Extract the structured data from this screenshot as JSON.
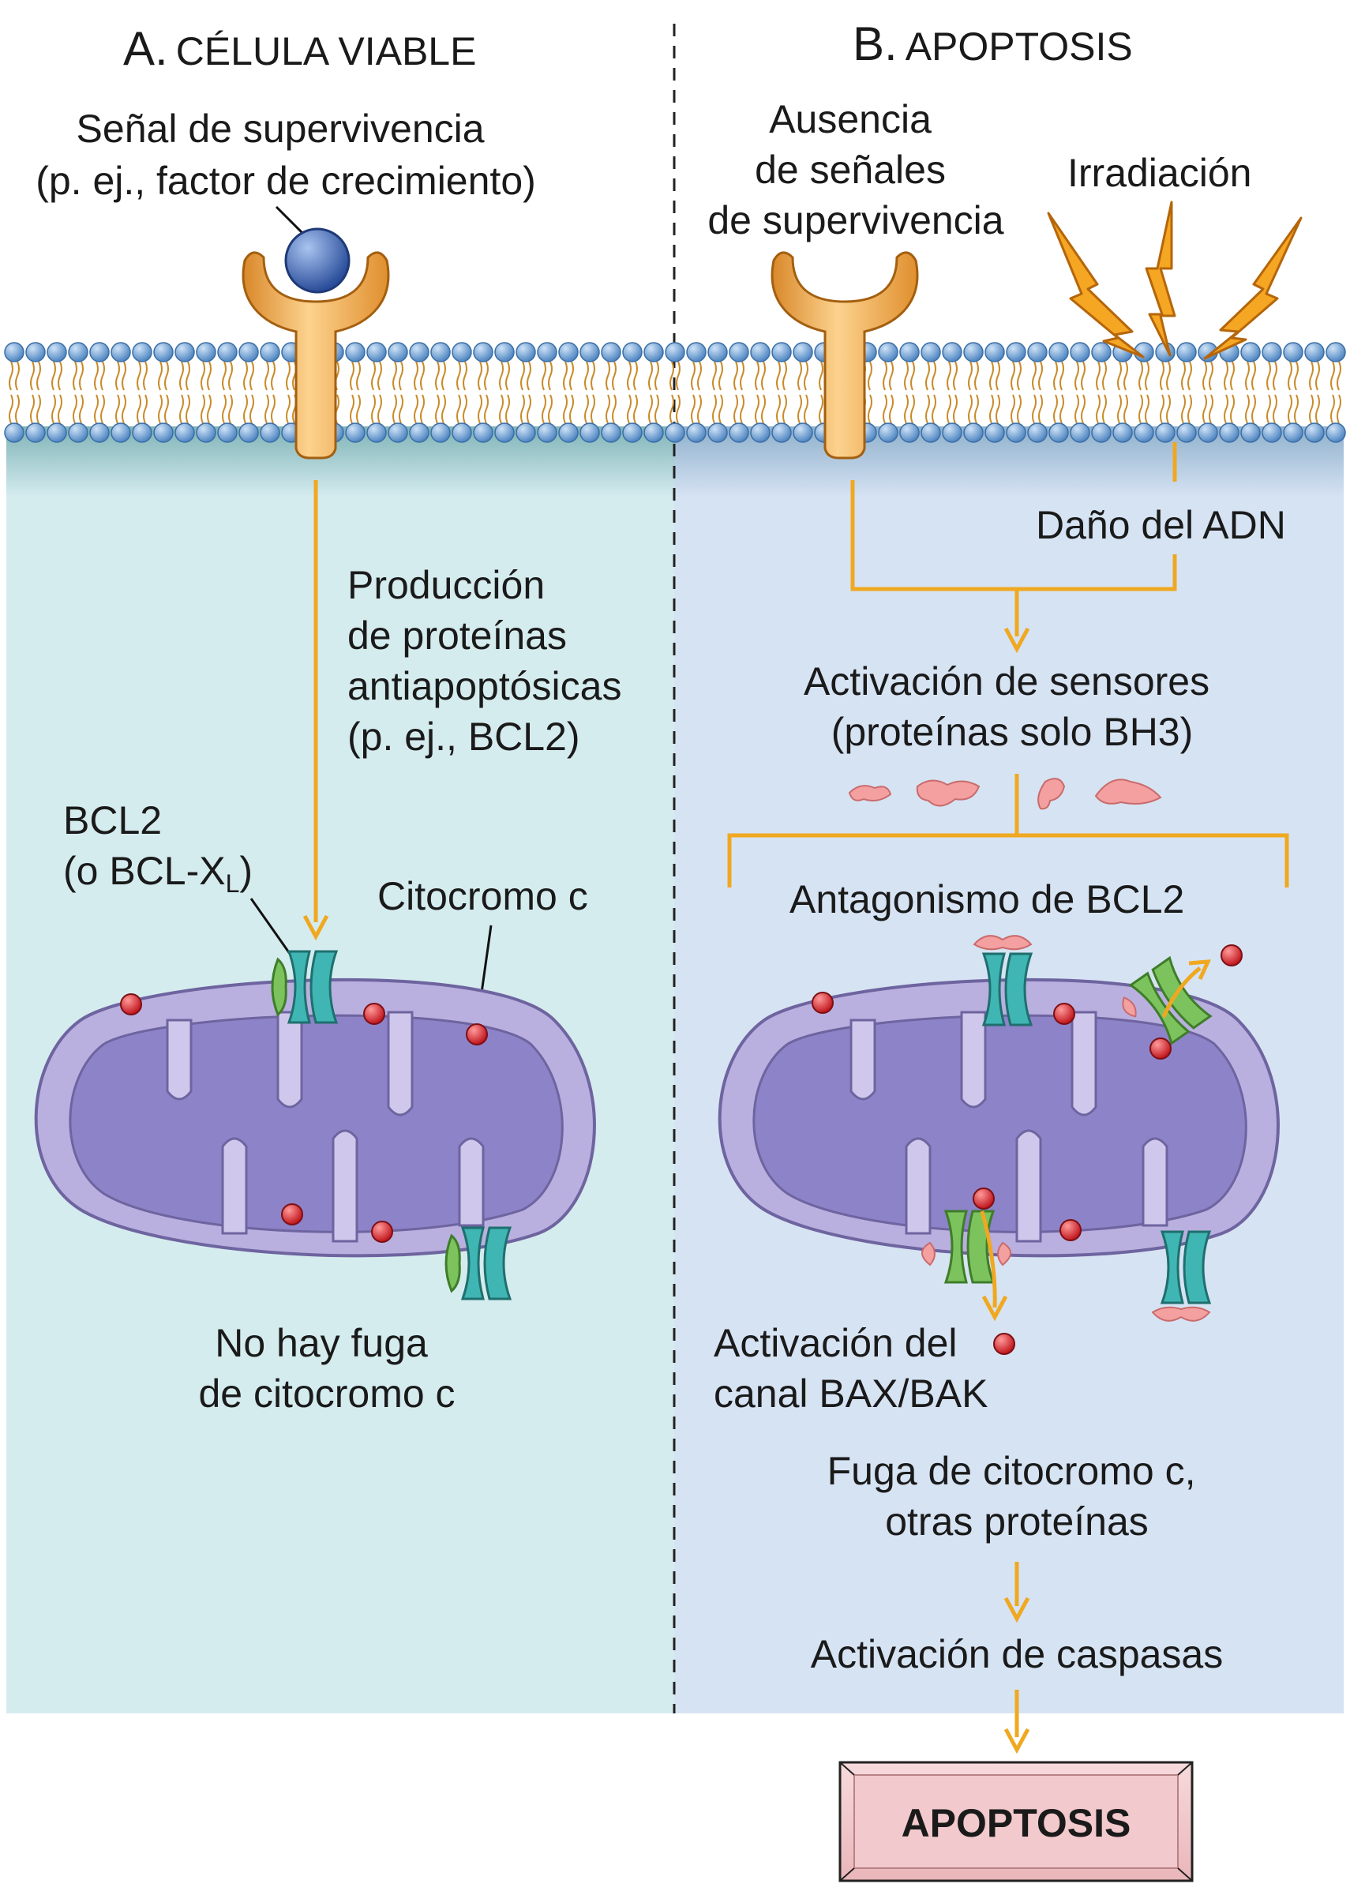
{
  "panel_a": {
    "letter": "A.",
    "title": "CÉLULA VIABLE",
    "survival_signal": [
      "Señal de supervivencia",
      "(p. ej., factor de crecimiento)"
    ],
    "production": [
      "Producción",
      "de proteínas",
      "antiapoptósicas",
      "(p. ej., BCL2)"
    ],
    "bcl2_line1": "BCL2",
    "bcl2_line2_prefix": "(o BCL-X",
    "bcl2_line2_sub": "L",
    "bcl2_line2_suffix": ")",
    "cytochrome": "Citocromo c",
    "no_leak": [
      "No hay fuga",
      "de citocromo c"
    ]
  },
  "panel_b": {
    "letter": "B.",
    "title": "APOPTOSIS",
    "absence": [
      "Ausencia",
      "de señales",
      "de supervivencia"
    ],
    "irradiation": "Irradiación",
    "dna_damage": "Daño del ADN",
    "sensors": [
      "Activación de sensores",
      "(proteínas solo BH3)"
    ],
    "antagonism": "Antagonismo de BCL2",
    "channel": [
      "Activación del",
      "canal BAX/BAK"
    ],
    "leak": [
      "Fuga de citocromo c,",
      "otras proteínas"
    ],
    "caspases": "Activación de caspasas",
    "apoptosis_box": "APOPTOSIS"
  },
  "colors": {
    "panel_a_bg": "#d5ecef",
    "panel_b_bg": "#d6e3f3",
    "arrow": "#f0a820",
    "receptor": "#f4b350",
    "ligand": "#3a5fae",
    "membrane_head": "#6fa2d6",
    "mitochondrion": "#8f86c9",
    "cytochrome": "#d9232a",
    "bcl2": "#40b6b4",
    "bax_bak": "#7cc35e",
    "bh3": "#f4a0a0",
    "apoptosis_box": "#f2c9cc"
  }
}
